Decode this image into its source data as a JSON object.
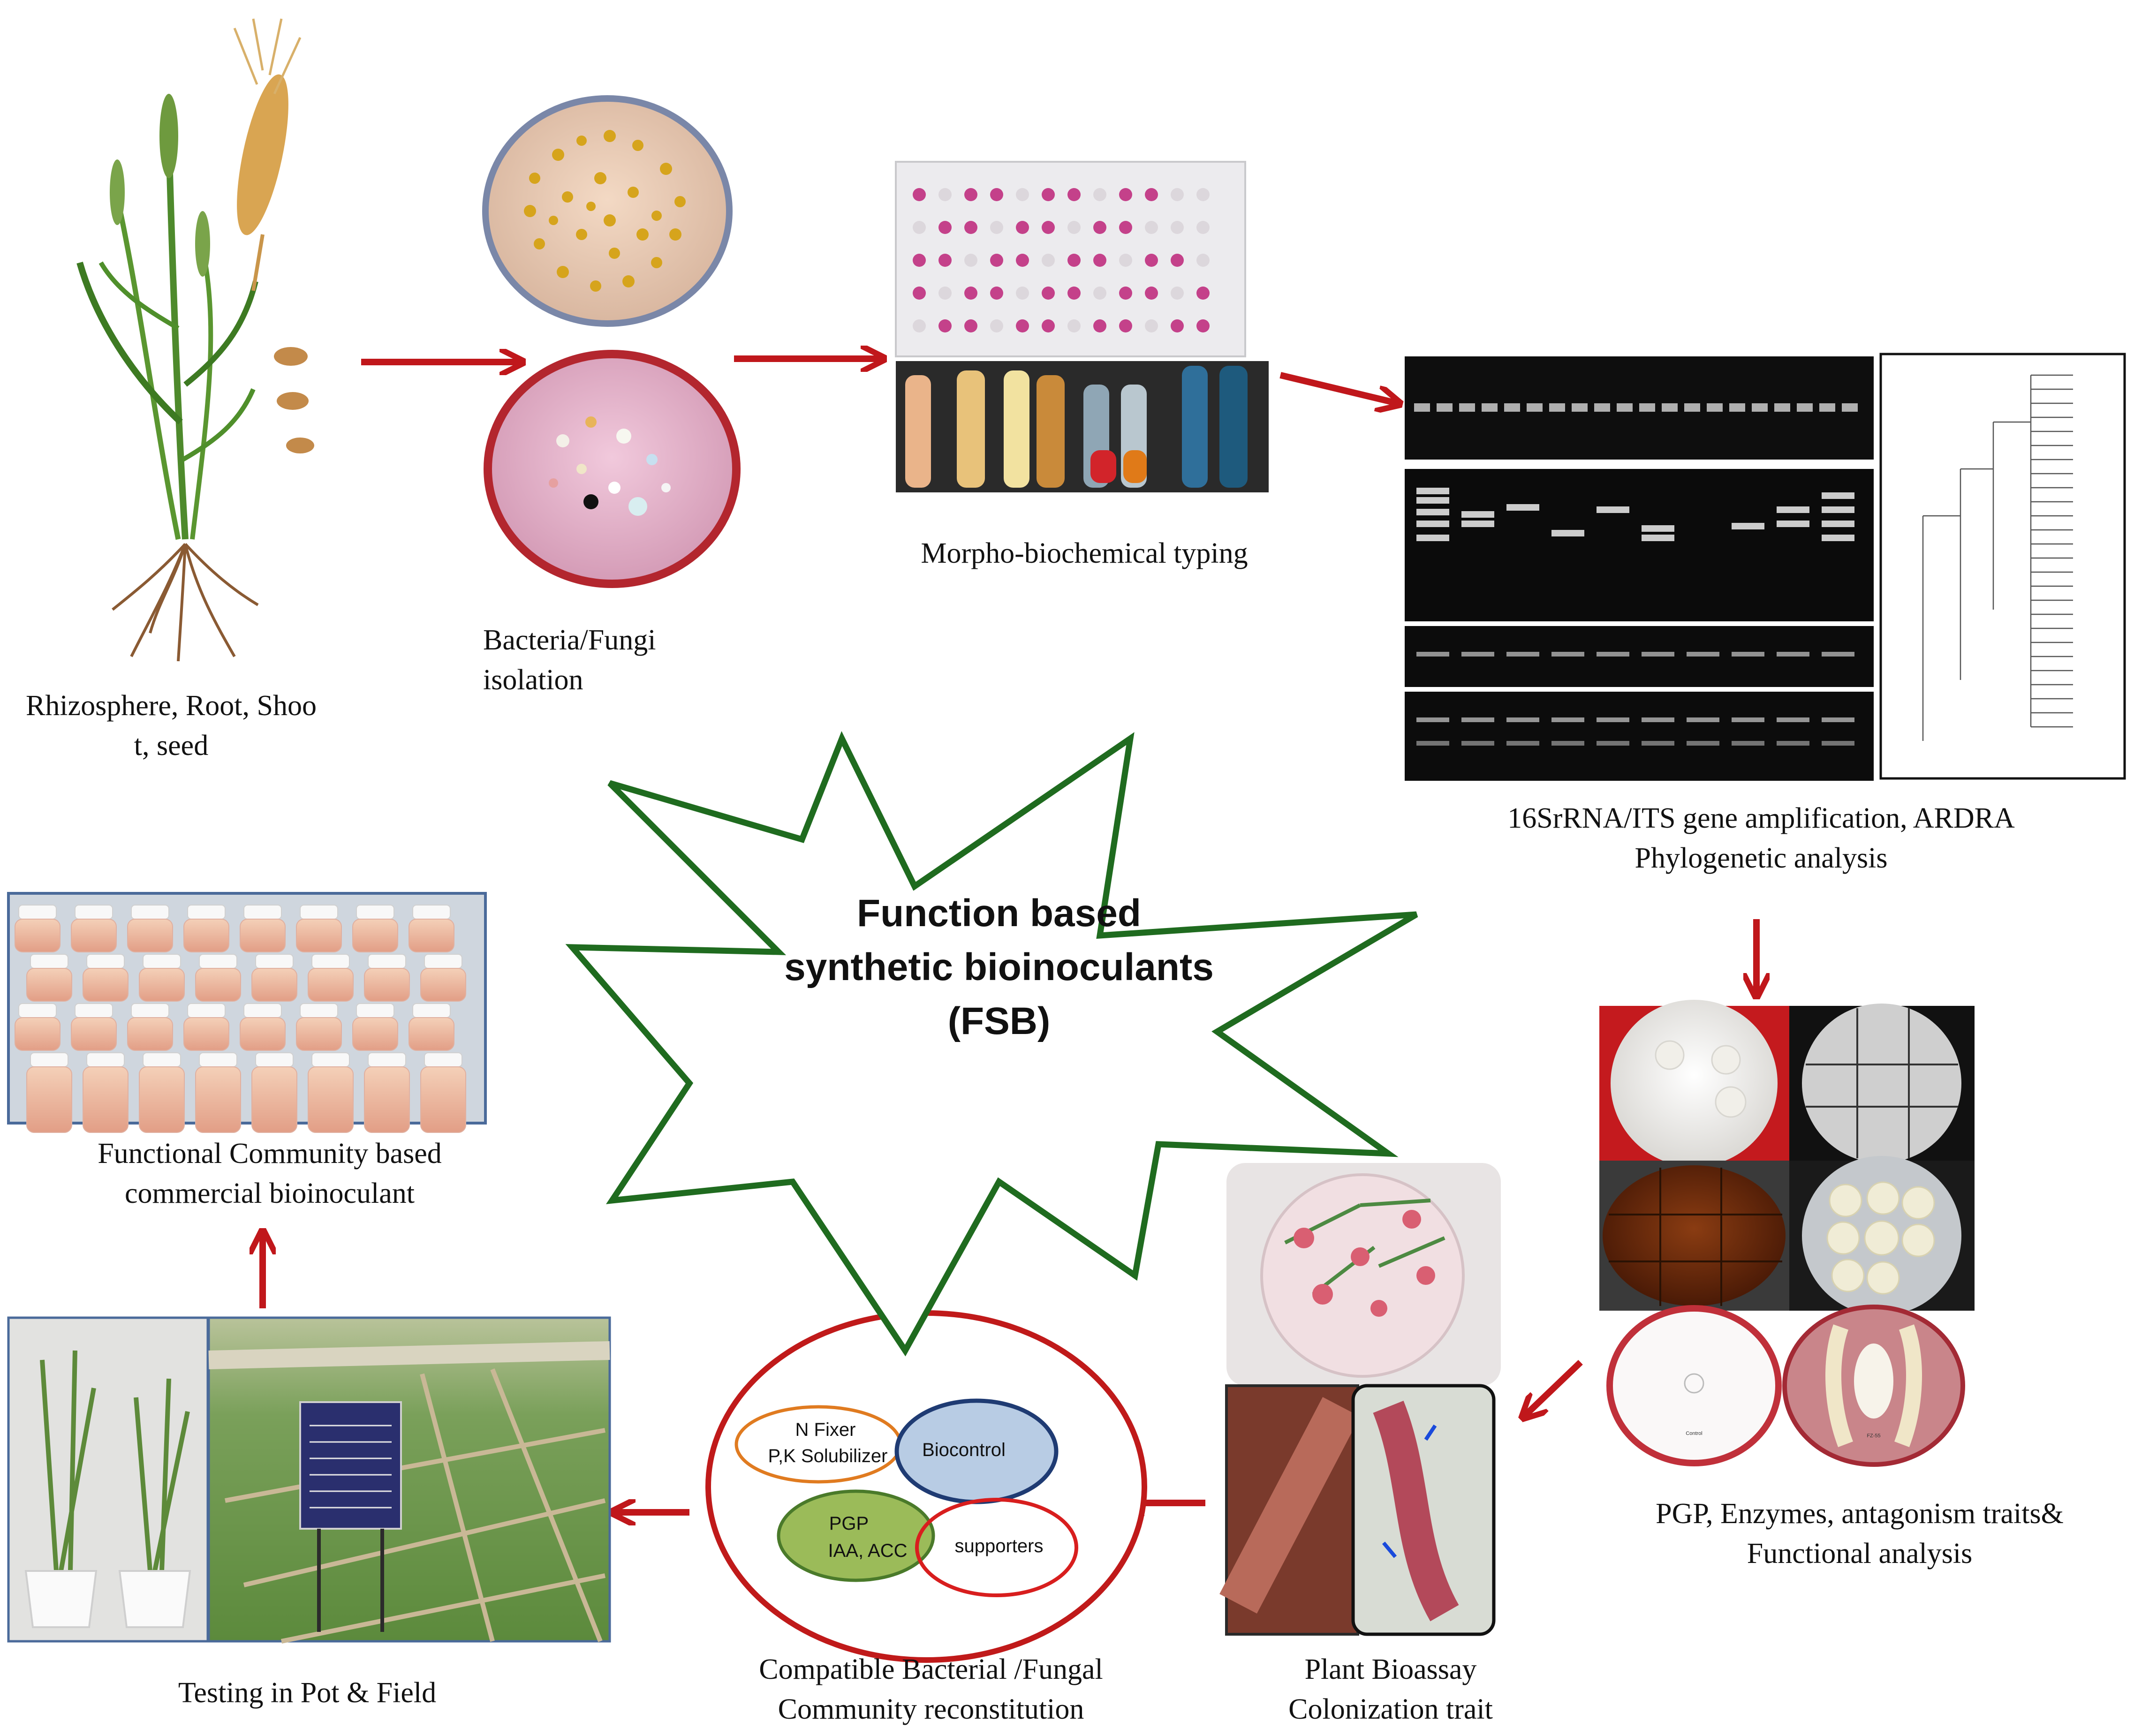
{
  "center": {
    "line1": "Function based",
    "line2": "synthetic bioinoculants",
    "line3": "(FSB)"
  },
  "steps": {
    "source": {
      "line1": "Rhizosphere, Root, Shoo",
      "line2": "t, seed"
    },
    "isolation": {
      "line1": "Bacteria/Fungi",
      "line2": "isolation"
    },
    "typing": {
      "line1": "Morpho-biochemical typing"
    },
    "molecular": {
      "line1": "16SrRNA/ITS gene amplification, ARDRA",
      "line2": "Phylogenetic analysis"
    },
    "traits": {
      "line1": "PGP, Enzymes, antagonism traits&",
      "line2": "Functional analysis"
    },
    "bioassay": {
      "line1": "Plant Bioassay",
      "line2": "Colonization trait"
    },
    "community": {
      "line1": "Compatible Bacterial /Fungal",
      "line2": "Community reconstitution"
    },
    "testing": {
      "line1": "Testing in Pot & Field"
    },
    "commercial": {
      "line1": "Functional Community based",
      "line2": "commercial bioinoculant"
    }
  },
  "community_groups": {
    "n_fixer": "N Fixer",
    "pk": "P,K Solubilizer",
    "biocontrol": "Biocontrol",
    "pgp": "PGP",
    "iaa": "IAA, ACC",
    "supporters": "supporters"
  },
  "plate_labels": {
    "control": "Control",
    "treated": "FZ-55"
  },
  "colors": {
    "arrow": "#c0171b",
    "star_outline": "#1f6b1f",
    "oval_outline": "#c01a1a",
    "nfixer_outline": "#e07b20",
    "biocontrol_fill": "#b8cce4",
    "biocontrol_outline": "#1f3b73",
    "pgp_fill": "#9bbb59",
    "pgp_outline": "#4a7a2a",
    "supporters_outline": "#d81e1e"
  }
}
